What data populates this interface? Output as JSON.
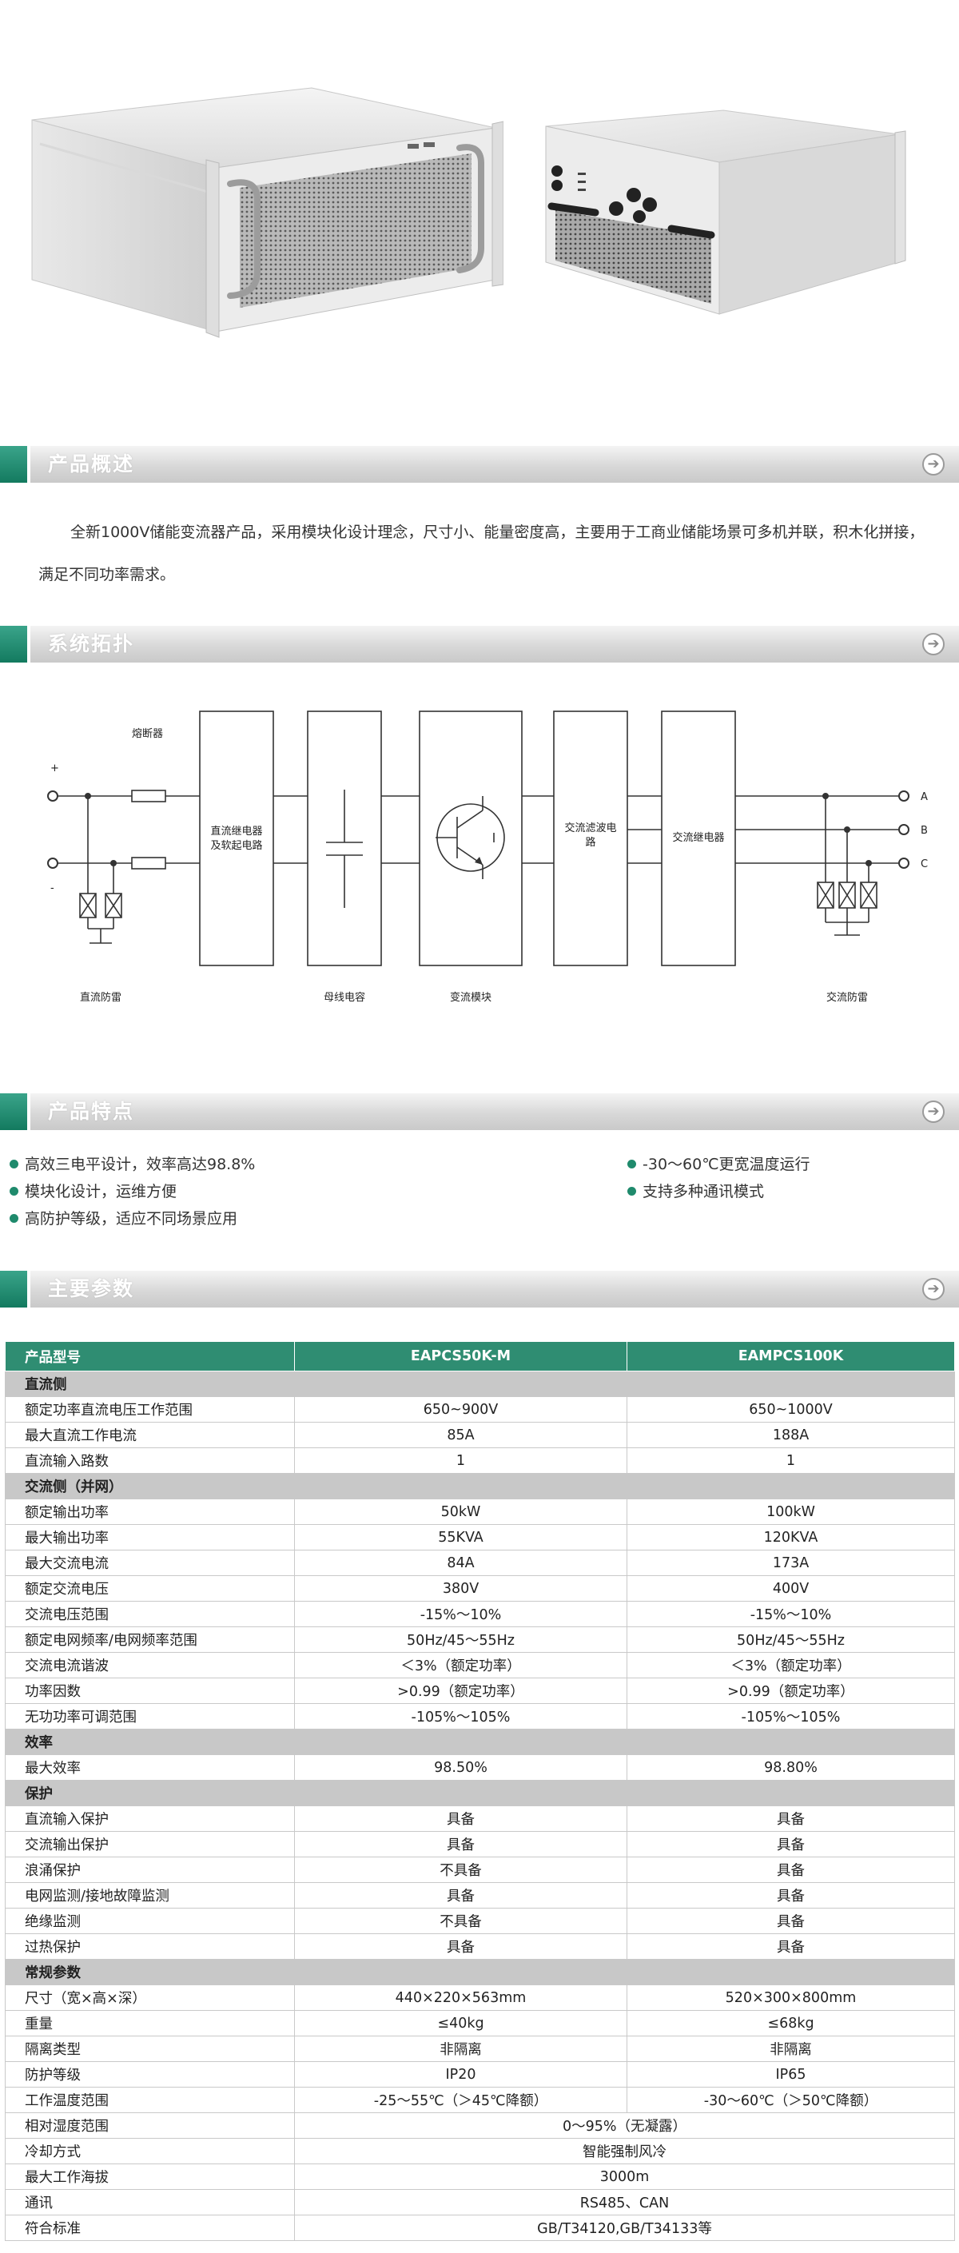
{
  "sections": {
    "overview": "产品概述",
    "topology": "系统拓扑",
    "features": "产品特点",
    "params": "主要参数"
  },
  "overview_text": "全新1000V储能变流器产品，采用模块化设计理念，尺寸小、能量密度高，主要用于工商业储能场景可多机并联，积木化拼接，满足不同功率需求。",
  "topology": {
    "fuse": "熔断器",
    "dc_relay_line1": "直流继电器",
    "dc_relay_line2": "及软起电路",
    "ac_filter_line1": "交流滤波电",
    "ac_filter_line2": "路",
    "ac_relay": "交流继电器",
    "dc_lightning": "直流防雷",
    "bus_cap": "母线电容",
    "converter": "变流模块",
    "ac_lightning": "交流防雷",
    "plus": "+",
    "minus": "-",
    "phase_a": "A",
    "phase_b": "B",
    "phase_c": "C"
  },
  "features": [
    "高效三电平设计，效率高达98.8%",
    "模块化设计，运维方便",
    "高防护等级，适应不同场景应用",
    "-30～60℃更宽温度运行",
    "支持多种通讯模式"
  ],
  "params": {
    "header": [
      "产品型号",
      "EAPCS50K-M",
      "EAMPCS100K"
    ],
    "rows": [
      {
        "group": "直流侧"
      },
      {
        "name": "额定功率直流电压工作范围",
        "a": "650~900V",
        "b": "650~1000V"
      },
      {
        "name": "最大直流工作电流",
        "a": "85A",
        "b": "188A"
      },
      {
        "name": "直流输入路数",
        "a": "1",
        "b": "1"
      },
      {
        "group": "交流侧（并网）"
      },
      {
        "name": "额定输出功率",
        "a": "50kW",
        "b": "100kW"
      },
      {
        "name": "最大输出功率",
        "a": "55KVA",
        "b": "120KVA"
      },
      {
        "name": "最大交流电流",
        "a": "84A",
        "b": "173A"
      },
      {
        "name": "额定交流电压",
        "a": "380V",
        "b": "400V"
      },
      {
        "name": "交流电压范围",
        "a": "-15%～10%",
        "b": "-15%～10%"
      },
      {
        "name": "额定电网频率/电网频率范围",
        "a": "50Hz/45～55Hz",
        "b": "50Hz/45～55Hz"
      },
      {
        "name": "交流电流谐波",
        "a": "＜3%（额定功率）",
        "b": "＜3%（额定功率）"
      },
      {
        "name": "功率因数",
        "a": ">0.99（额定功率）",
        "b": ">0.99（额定功率）"
      },
      {
        "name": "无功功率可调范围",
        "a": "-105%～105%",
        "b": "-105%～105%"
      },
      {
        "group": "效率"
      },
      {
        "name": "最大效率",
        "a": "98.50%",
        "b": "98.80%"
      },
      {
        "group": "保护"
      },
      {
        "name": "直流输入保护",
        "a": "具备",
        "b": "具备"
      },
      {
        "name": "交流输出保护",
        "a": "具备",
        "b": "具备"
      },
      {
        "name": "浪涌保护",
        "a": "不具备",
        "b": "具备"
      },
      {
        "name": "电网监测/接地故障监测",
        "a": "具备",
        "b": "具备"
      },
      {
        "name": "绝缘监测",
        "a": "不具备",
        "b": "具备"
      },
      {
        "name": "过热保护",
        "a": "具备",
        "b": "具备"
      },
      {
        "group": "常规参数"
      },
      {
        "name": "尺寸（宽×高×深）",
        "a": "440×220×563mm",
        "b": "520×300×800mm"
      },
      {
        "name": "重量",
        "a": "≤40kg",
        "b": "≤68kg"
      },
      {
        "name": "隔离类型",
        "a": "非隔离",
        "b": "非隔离"
      },
      {
        "name": "防护等级",
        "a": "IP20",
        "b": "IP65"
      },
      {
        "name": "工作温度范围",
        "a": "-25～55℃（＞45℃降额）",
        "b": "-30～60℃（＞50℃降额）"
      },
      {
        "name": "相对湿度范围",
        "merged": "0～95%（无凝露）"
      },
      {
        "name": "冷却方式",
        "merged": "智能强制风冷"
      },
      {
        "name": "最大工作海拔",
        "merged": "3000m"
      },
      {
        "name": "通讯",
        "merged": "RS485、CAN"
      },
      {
        "name": "符合标准",
        "merged": "GB/T34120,GB/T34133等"
      }
    ]
  },
  "colors": {
    "accent": "#2f8d72",
    "group_row": "#c8c8c8",
    "section_tab": "#1f8a6c"
  }
}
